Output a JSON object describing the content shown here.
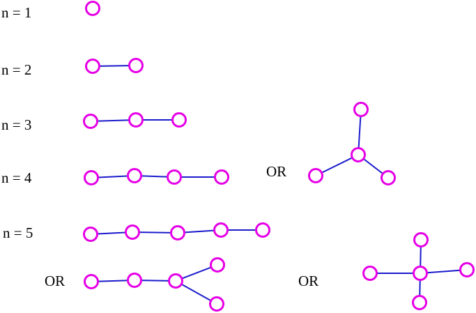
{
  "colors": {
    "node_stroke": "#e600e6",
    "edge": "#1a1acc",
    "text": "#000000"
  },
  "labels": {
    "n1": "n = 1",
    "n2": "n = 2",
    "n3": "n = 3",
    "n4": "n = 4",
    "n5": "n = 5",
    "or": "OR"
  }
}
